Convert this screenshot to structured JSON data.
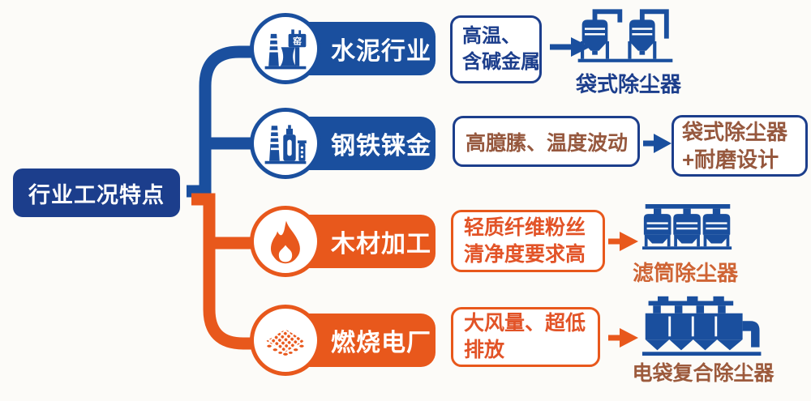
{
  "palette": {
    "navy": "#1c3e8c",
    "blue": "#1a4f9e",
    "orange": "#e8581c",
    "orange_text": "#e25327",
    "brown_text": "#96583e",
    "caption_orange": "#cf6434",
    "caption_brown": "#9c5a3c",
    "background": "#fcfbf8",
    "white": "#ffffff"
  },
  "root": {
    "label": "行业工况特点"
  },
  "branches": [
    {
      "id": "cement",
      "color": "blue",
      "icon": "cement-plant-icon",
      "label": "水泥行业",
      "condition_lines": [
        "高温、",
        "含碱金属"
      ],
      "solution": {
        "type": "icon",
        "icon": "bag-filter-icon",
        "caption": "袋式除尘器"
      }
    },
    {
      "id": "steel",
      "color": "blue",
      "icon": "blast-furnace-icon",
      "label": "钢铁铼金",
      "condition_lines": [
        "高臆膆、温度波动"
      ],
      "solution": {
        "type": "text",
        "lines": [
          "袋式除尘器",
          "+耐磨设计"
        ]
      }
    },
    {
      "id": "wood",
      "color": "orange",
      "icon": "flame-icon",
      "label": "木材加工",
      "condition_lines": [
        "轻质纤维粉丝",
        "清净度要求高"
      ],
      "solution": {
        "type": "icon",
        "icon": "cartridge-filter-icon",
        "caption": "滤筒除尘器"
      }
    },
    {
      "id": "power",
      "color": "orange",
      "icon": "wood-pellets-icon",
      "label": "燃烧电厂",
      "condition_lines": [
        "大风量、超低",
        "排放"
      ],
      "solution": {
        "type": "icon",
        "icon": "electric-bag-filter-icon",
        "caption": "电袋复合除尘器"
      }
    }
  ]
}
